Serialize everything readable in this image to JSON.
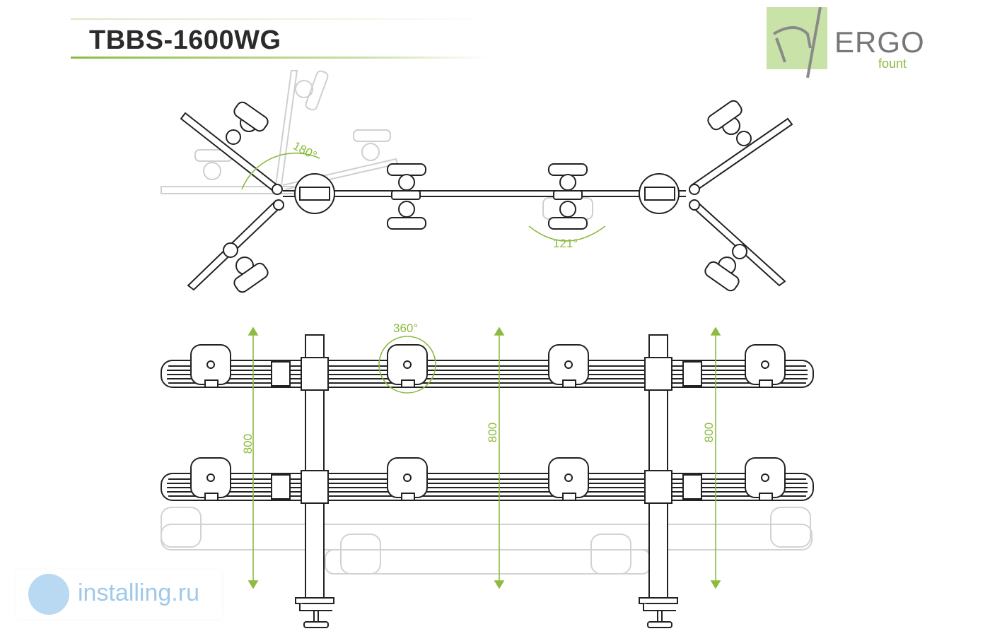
{
  "header": {
    "title": "TBBS-1600WG"
  },
  "logo": {
    "main": "ERGO",
    "sub": "fount"
  },
  "top_view": {
    "angle_arm": "180°",
    "angle_bracket": "121°"
  },
  "front_view": {
    "rotation": "360°",
    "dims": [
      "800",
      "800",
      "800"
    ]
  },
  "watermark": {
    "text": "installing.ru"
  },
  "colors": {
    "accent": "#8cbb3f",
    "line": "#222222",
    "ghost": "#c8c8c8"
  }
}
